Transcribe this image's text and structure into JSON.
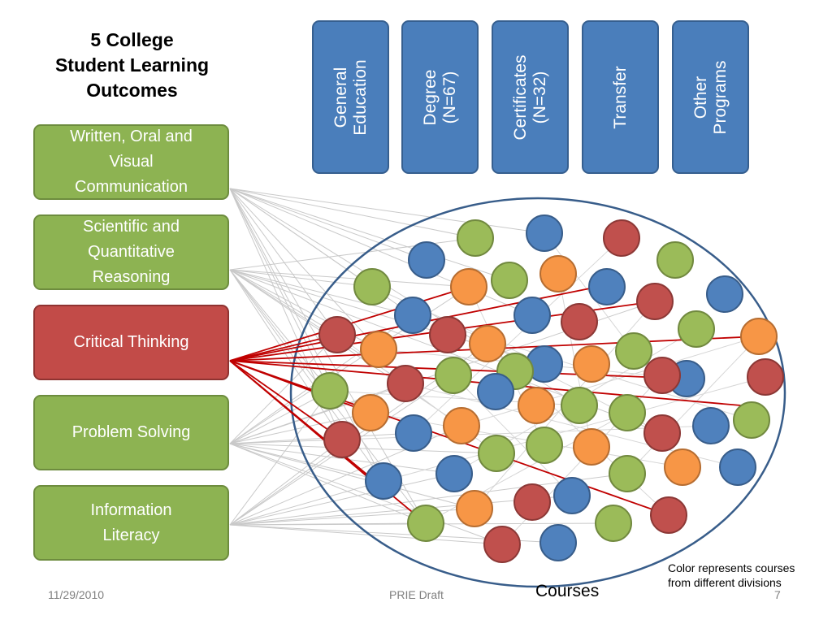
{
  "title": {
    "line1": "5 College",
    "line2": "Student Learning",
    "line3": "Outcomes"
  },
  "outcomes": [
    {
      "lines": [
        "Written, Oral and",
        "Visual",
        "Communication"
      ],
      "color": "#8db352"
    },
    {
      "lines": [
        "Scientific and",
        "Quantitative",
        "Reasoning"
      ],
      "color": "#8db352"
    },
    {
      "lines": [
        "Critical Thinking"
      ],
      "color": "#c24b48"
    },
    {
      "lines": [
        "Problem Solving"
      ],
      "color": "#8db352"
    },
    {
      "lines": [
        "Information",
        "Literacy"
      ],
      "color": "#8db352"
    }
  ],
  "programs": [
    {
      "lines": [
        "General",
        "Education"
      ]
    },
    {
      "lines": [
        "Degree",
        "(N=67)"
      ]
    },
    {
      "lines": [
        "Certificates",
        "(N=32)"
      ]
    },
    {
      "lines": [
        "Transfer"
      ]
    },
    {
      "lines": [
        "Other",
        "Programs"
      ]
    }
  ],
  "courses_label": "Courses",
  "note": "Color represents courses from different divisions",
  "footer": {
    "date": "11/29/2010",
    "center": "PRIE Draft",
    "page": "7"
  },
  "colors": {
    "green": "#9bbb59",
    "blue": "#4f81bd",
    "red": "#c0504d",
    "orange": "#f79646",
    "ellipse": "#385d8a",
    "highlight": "#c00000"
  }
}
